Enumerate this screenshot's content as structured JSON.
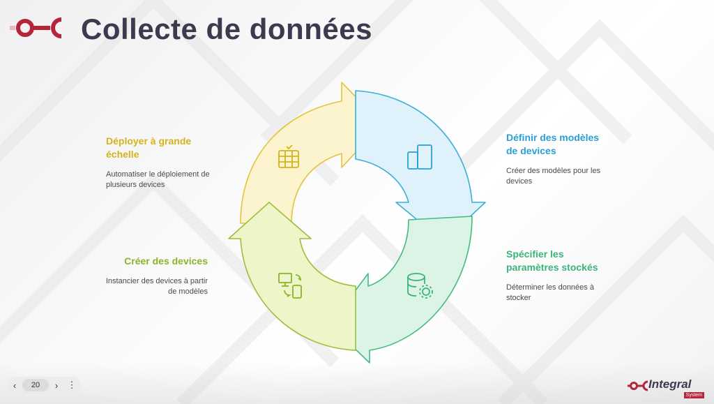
{
  "slide": {
    "title": "Collecte de données",
    "steps": [
      {
        "id": "define",
        "title": "Définir des modèles de devices",
        "desc": "Créer des modèles pour les devices",
        "color": "#2a9fd6",
        "icon": "mobile-devices-icon"
      },
      {
        "id": "specify",
        "title": "Spécifier les paramètres stockés",
        "desc": "Déterminer les données à stocker",
        "color": "#3bb37a",
        "icon": "database-settings-icon"
      },
      {
        "id": "create",
        "title": "Créer des devices",
        "desc": "Instancier des devices à partir de modèles",
        "color": "#8ab42a",
        "icon": "devices-sync-icon"
      },
      {
        "id": "deploy",
        "title": "Déployer à grande échelle",
        "desc": "Automatiser le déploiement de plusieurs devices",
        "color": "#d6b21a",
        "icon": "server-rack-icon"
      }
    ]
  },
  "pager": {
    "page": "20",
    "prev_icon": "chevron-left-icon",
    "next_icon": "chevron-right-icon",
    "menu_icon": "more-vertical-icon"
  },
  "brand": {
    "name": "Integral",
    "sub": "System",
    "color": "#b6243a"
  }
}
